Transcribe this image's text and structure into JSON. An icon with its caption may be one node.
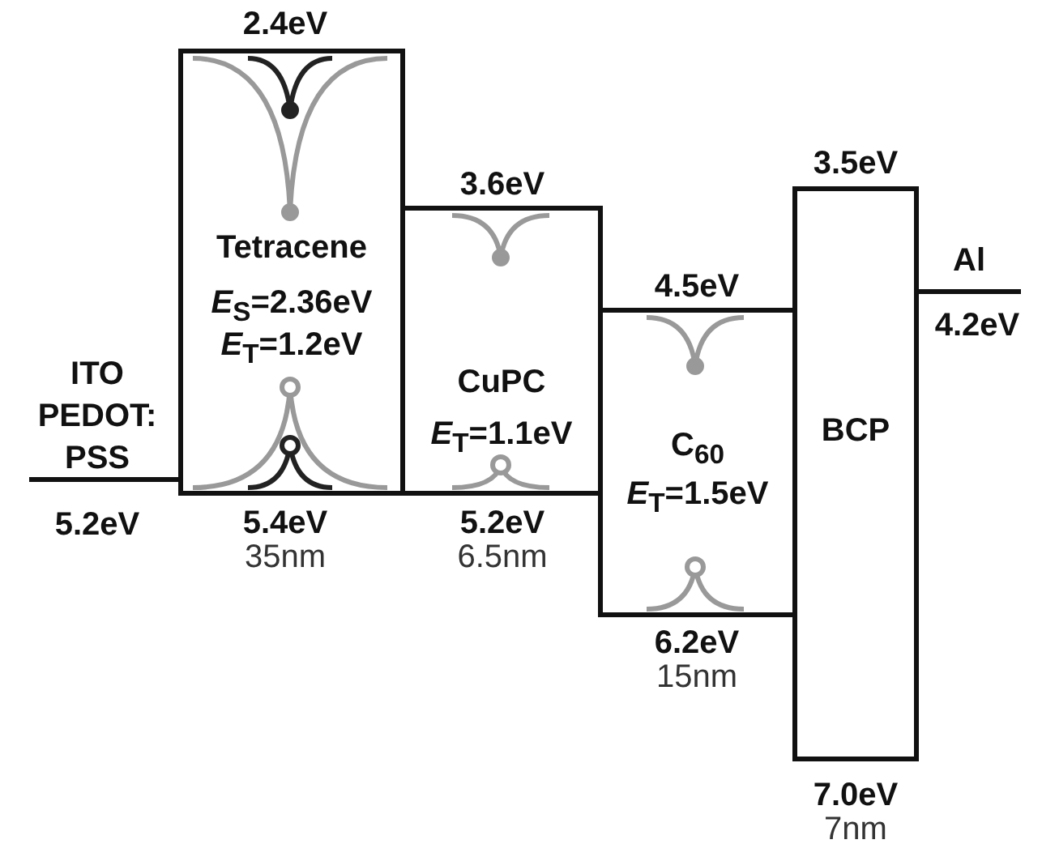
{
  "diagram": {
    "nodes": [
      {
        "text": [
          "Tetracene",
          "*E*$_{S}$=2.36eV",
          "*E*$_{T}$=1.2eV"
        ],
        "beside": [
          "2.4eV",
          "5.4eV",
          "35nm"
        ]
      },
      {
        "text": [
          "CuPC",
          "*E*$_{T}$=1.1eV"
        ],
        "beside": [
          "3.6eV",
          "5.2eV",
          "6.5nm"
        ]
      },
      {
        "text": [
          "C$_{60}$",
          "*E*$_{T}$=1.5eV"
        ],
        "beside": [
          "4.5eV",
          "6.2eV",
          "15nm"
        ]
      },
      {
        "text": [
          "BCP"
        ],
        "beside": [
          "3.5eV",
          "7.0eV",
          "7nm"
        ]
      }
    ],
    "labels": [
      "ITO PEDOT: PSS",
      "5.2eV",
      "Al",
      "4.2eV"
    ]
  }
}
